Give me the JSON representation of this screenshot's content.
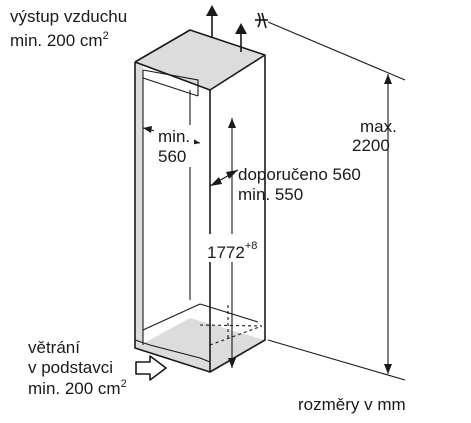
{
  "labels": {
    "top_vent_line1": "výstup vzduchu",
    "top_vent_line2": "min. 200 cm",
    "top_vent_sup": "2",
    "max_line1": "max.",
    "max_line2": "2200",
    "min_width_line1": "min.",
    "min_width_line2": "560",
    "depth_line1": "doporučeno 560",
    "depth_line2": "min. 550",
    "height_value": "1772",
    "height_sup": "+8",
    "base_vent_line1": "větrání",
    "base_vent_line2": "v podstavci",
    "base_vent_line3": "min. 200 cm",
    "base_vent_sup": "2",
    "units": "rozměry v mm"
  },
  "colors": {
    "line": "#1a1a1a",
    "shade": "#dcdcdc",
    "background": "#ffffff"
  },
  "icons": [
    "arrow-up-icon",
    "arrow-right-icon",
    "angle-symbol-icon"
  ]
}
